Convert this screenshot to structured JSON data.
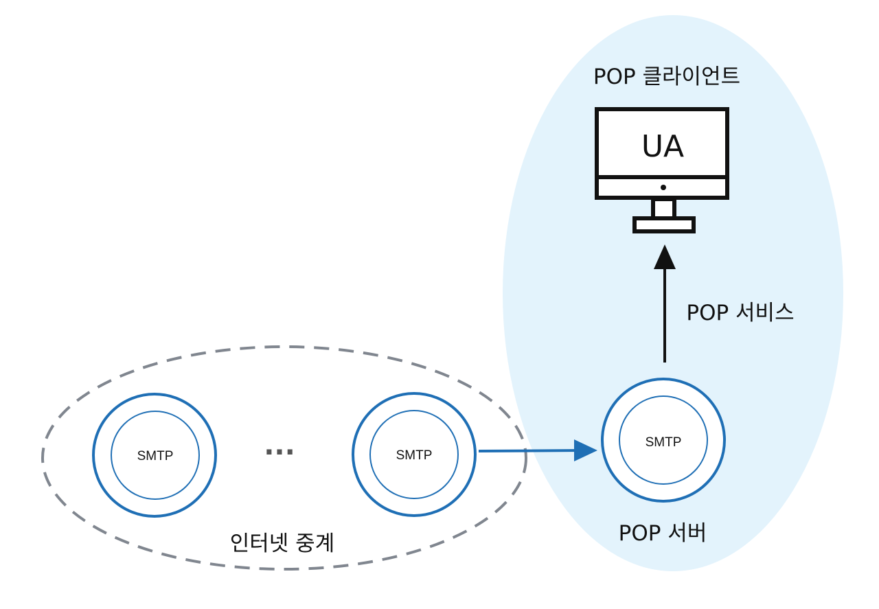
{
  "colors": {
    "zone_fill": "#e3f3fc",
    "node_stroke": "#1f6fb5",
    "relay_dash": "#80868f",
    "arrow_blue": "#1f6fb5",
    "arrow_black": "#111111"
  },
  "labels": {
    "pop_client": "POP 클라이언트",
    "ua": "UA",
    "pop_service": "POP 서비스",
    "pop_server": "POP 서버",
    "internet_relay": "인터넷 중계",
    "ellipsis": "···",
    "smtp_node_1": "SMTP",
    "smtp_node_2": "SMTP",
    "smtp_server": "SMTP"
  },
  "icons": {
    "client_device": "monitor-icon"
  }
}
